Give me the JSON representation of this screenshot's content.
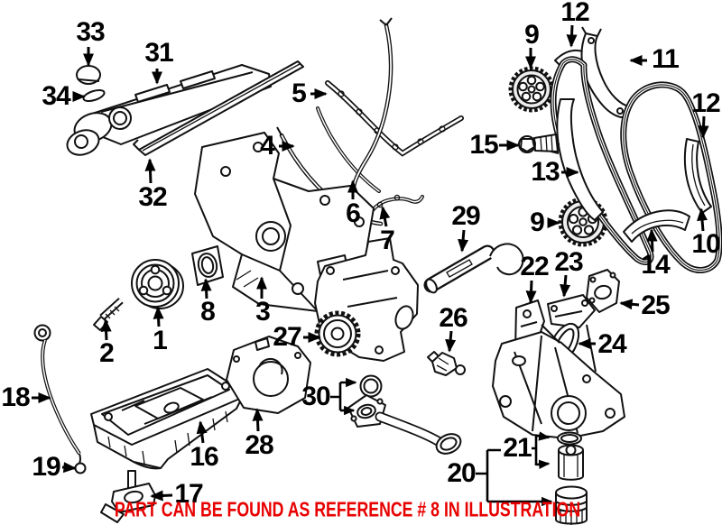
{
  "banner": {
    "text": "PART CAN BE FOUND AS REFERENCE # 8 IN ILLUSTRATION",
    "color": "#e80000"
  },
  "colors": {
    "background": "#ffffff",
    "line_art": "#111111",
    "callout_text": "#000000"
  },
  "callouts": [
    {
      "label": "33"
    },
    {
      "label": "31"
    },
    {
      "label": "34"
    },
    {
      "label": "32"
    },
    {
      "label": "5"
    },
    {
      "label": "4"
    },
    {
      "label": "6"
    },
    {
      "label": "7"
    },
    {
      "label": "12"
    },
    {
      "label": "9"
    },
    {
      "label": "11"
    },
    {
      "label": "12"
    },
    {
      "label": "15"
    },
    {
      "label": "13"
    },
    {
      "label": "10"
    },
    {
      "label": "14"
    },
    {
      "label": "29"
    },
    {
      "label": "9"
    },
    {
      "label": "22"
    },
    {
      "label": "23"
    },
    {
      "label": "25"
    },
    {
      "label": "24"
    },
    {
      "label": "26"
    },
    {
      "label": "2"
    },
    {
      "label": "1"
    },
    {
      "label": "8"
    },
    {
      "label": "3"
    },
    {
      "label": "27"
    },
    {
      "label": "30"
    },
    {
      "label": "18"
    },
    {
      "label": "19"
    },
    {
      "label": "16"
    },
    {
      "label": "17"
    },
    {
      "label": "28"
    },
    {
      "label": "20"
    },
    {
      "label": "21"
    }
  ]
}
